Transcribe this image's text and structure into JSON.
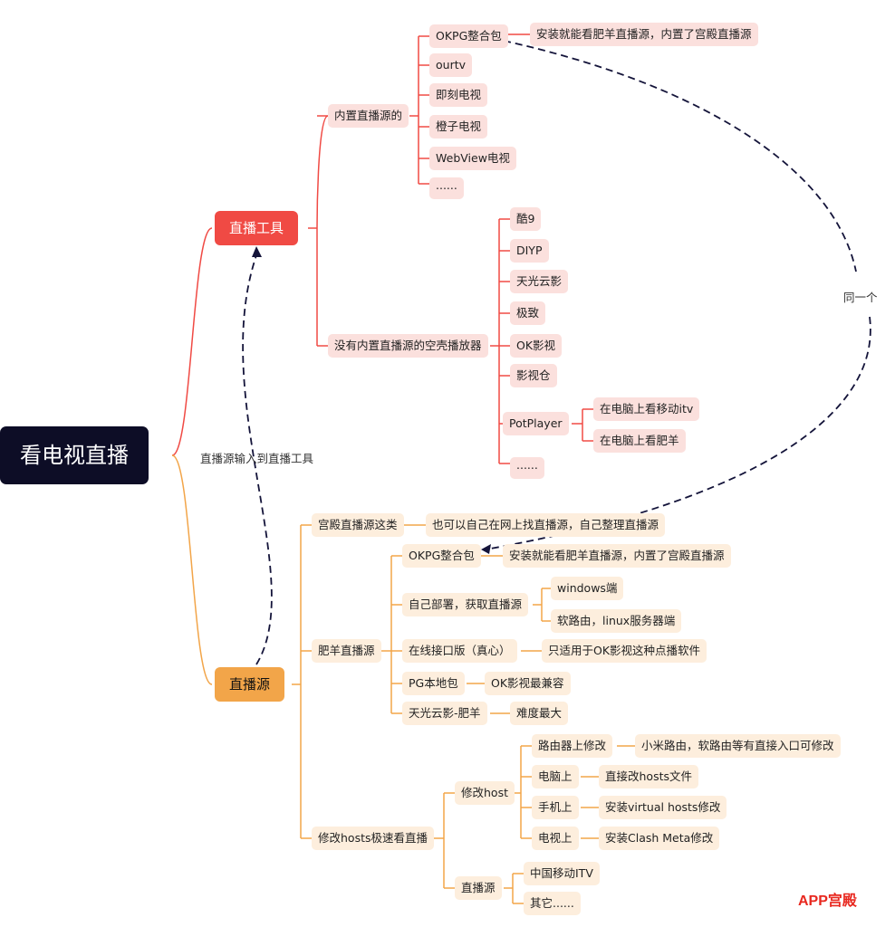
{
  "root": "看电视直播",
  "tools": {
    "title": "直播工具",
    "builtin": {
      "label": "内置直播源的",
      "items": [
        "OKPG整合包",
        "ourtv",
        "即刻电视",
        "橙子电视",
        "WebView电视",
        "......"
      ],
      "okpg_note": "安装就能看肥羊直播源，内置了宫殿直播源"
    },
    "shell": {
      "label": "没有内置直播源的空壳播放器",
      "items": [
        "酷9",
        "DIYP",
        "天光云影",
        "极致",
        "OK影视",
        "影视仓",
        "PotPlayer",
        "......"
      ],
      "potplayer_notes": [
        "在电脑上看移动itv",
        "在电脑上看肥羊"
      ]
    }
  },
  "sources": {
    "title": "直播源",
    "palace": {
      "label": "宫殿直播源这类",
      "note": "也可以自己在网上找直播源，自己整理直播源"
    },
    "feiyang": {
      "label": "肥羊直播源",
      "okpg": "OKPG整合包",
      "okpg_note": "安装就能看肥羊直播源，内置了宫殿直播源",
      "deploy": "自己部署，获取直播源",
      "deploy_items": [
        "windows端",
        "软路由，linux服务器端"
      ],
      "online": "在线接口版（真心）",
      "online_note": "只适用于OK影视这种点播软件",
      "pg": "PG本地包",
      "pg_note": "OK影视最兼容",
      "tianguang": "天光云影-肥羊",
      "tianguang_note": "难度最大"
    },
    "hosts": {
      "label": "修改hosts极速看直播",
      "modify": "修改host",
      "router": "路由器上修改",
      "router_note": "小米路由，软路由等有直接入口可修改",
      "pc": "电脑上",
      "pc_note": "直接改hosts文件",
      "phone": "手机上",
      "phone_note": "安装virtual hosts修改",
      "tv": "电视上",
      "tv_note": "安装Clash Meta修改",
      "source": "直播源",
      "source_items": [
        "中国移动ITV",
        "其它......"
      ]
    }
  },
  "annotations": {
    "same": "同一个",
    "feed": "直播源输入到直播工具"
  },
  "watermark": "APP宫殿",
  "colors": {
    "red_branch": "#f04a44",
    "orange_branch": "#f2a549",
    "root_bg": "#0d0d26"
  }
}
